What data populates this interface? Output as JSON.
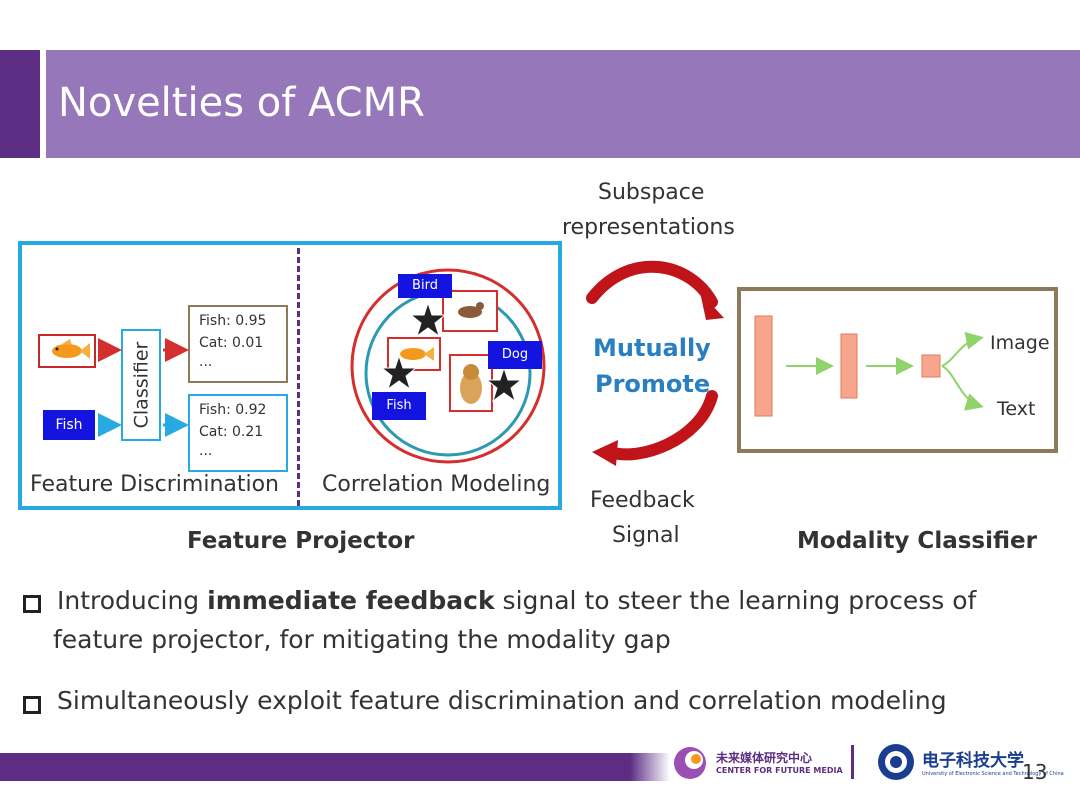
{
  "slide": {
    "title": "Novelties of ACMR",
    "page_number": "13"
  },
  "diagram": {
    "feature_projector": {
      "label": "Feature Projector",
      "feature_discrimination_label": "Feature Discrimination",
      "correlation_modeling_label": "Correlation Modeling",
      "classifier_label": "Classifier",
      "fish_tag": "Fish",
      "image_scores": [
        "Fish: 0.95",
        "Cat: 0.01",
        "..."
      ],
      "text_scores": [
        "Fish: 0.92",
        "Cat: 0.21",
        "..."
      ],
      "correlation_tags": {
        "bird": "Bird",
        "dog": "Dog",
        "fish": "Fish"
      }
    },
    "arrows": {
      "top_label_line1": "Subspace",
      "top_label_line2": "representations",
      "center_label_line1": "Mutually",
      "center_label_line2": "Promote",
      "bottom_label_line1": "Feedback",
      "bottom_label_line2": "Signal"
    },
    "modality_classifier": {
      "label": "Modality Classifier",
      "output_image": "Image",
      "output_text": "Text"
    }
  },
  "bullets": {
    "b1_pre": "Introducing ",
    "b1_bold": "immediate feedback",
    "b1_post": " signal to steer the learning process of",
    "b1_line2": "feature projector, for mitigating the modality gap",
    "b2": "Simultaneously exploit feature discrimination and correlation modeling"
  },
  "footer": {
    "cfm_cn": "未来媒体研究中心",
    "cfm_en": "CENTER FOR FUTURE MEDIA",
    "uestc_cn": "电子科技大学",
    "uestc_en": "University of Electronic Science and Technology of China"
  },
  "colors": {
    "title_bar": "#9677ba",
    "title_accent": "#5c2d82",
    "projector_border": "#27a9e1",
    "arrow_red": "#c0141a",
    "mutual_text": "#2a7fc1",
    "layer_fill": "#f7a58c",
    "flow_arrow": "#8fd36a",
    "tag_blue": "#1414e0"
  }
}
